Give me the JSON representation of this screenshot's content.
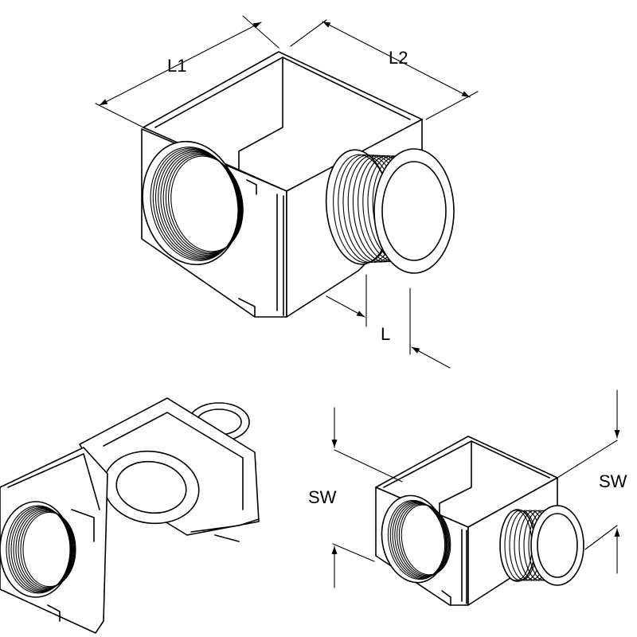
{
  "labels": {
    "l1": "L1",
    "l2": "L2",
    "l": "L",
    "sw_left": "SW",
    "sw_right": "SW"
  },
  "colors": {
    "line": "#000000",
    "background": "#ffffff"
  }
}
